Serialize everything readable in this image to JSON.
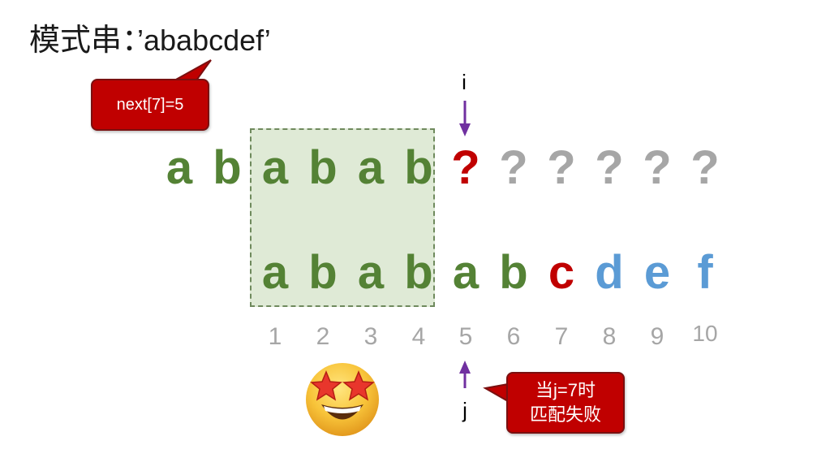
{
  "title": {
    "prefix": "模式串：",
    "pattern": "’ababcdef’"
  },
  "next_callout": {
    "text": "next[7]=5"
  },
  "fail_callout": {
    "line1": "当j=7时",
    "line2": "匹配失败"
  },
  "pointers": {
    "i_label": "i",
    "j_label": "j"
  },
  "main_string": [
    {
      "ch": "a",
      "color": "#548235"
    },
    {
      "ch": "b",
      "color": "#548235"
    },
    {
      "ch": "a",
      "color": "#548235"
    },
    {
      "ch": "b",
      "color": "#548235"
    },
    {
      "ch": "a",
      "color": "#548235"
    },
    {
      "ch": "b",
      "color": "#548235"
    },
    {
      "ch": "?",
      "color": "#c00000"
    },
    {
      "ch": "?",
      "color": "#a6a6a6"
    },
    {
      "ch": "?",
      "color": "#a6a6a6"
    },
    {
      "ch": "?",
      "color": "#a6a6a6"
    },
    {
      "ch": "?",
      "color": "#a6a6a6"
    },
    {
      "ch": "?",
      "color": "#a6a6a6"
    }
  ],
  "pattern_string": [
    {
      "ch": "a",
      "color": "#548235"
    },
    {
      "ch": "b",
      "color": "#548235"
    },
    {
      "ch": "a",
      "color": "#548235"
    },
    {
      "ch": "b",
      "color": "#548235"
    },
    {
      "ch": "a",
      "color": "#548235"
    },
    {
      "ch": "b",
      "color": "#548235"
    },
    {
      "ch": "c",
      "color": "#c00000"
    },
    {
      "ch": "d",
      "color": "#5b9bd5"
    },
    {
      "ch": "e",
      "color": "#5b9bd5"
    },
    {
      "ch": "f",
      "color": "#5b9bd5"
    }
  ],
  "indices": [
    "1",
    "2",
    "3",
    "4",
    "5",
    "6",
    "7",
    "8",
    "9",
    "10"
  ],
  "emoji": {
    "name": "star-struck-emoji"
  },
  "colors": {
    "arrow": "#7030a0",
    "callout": "#c00000"
  }
}
